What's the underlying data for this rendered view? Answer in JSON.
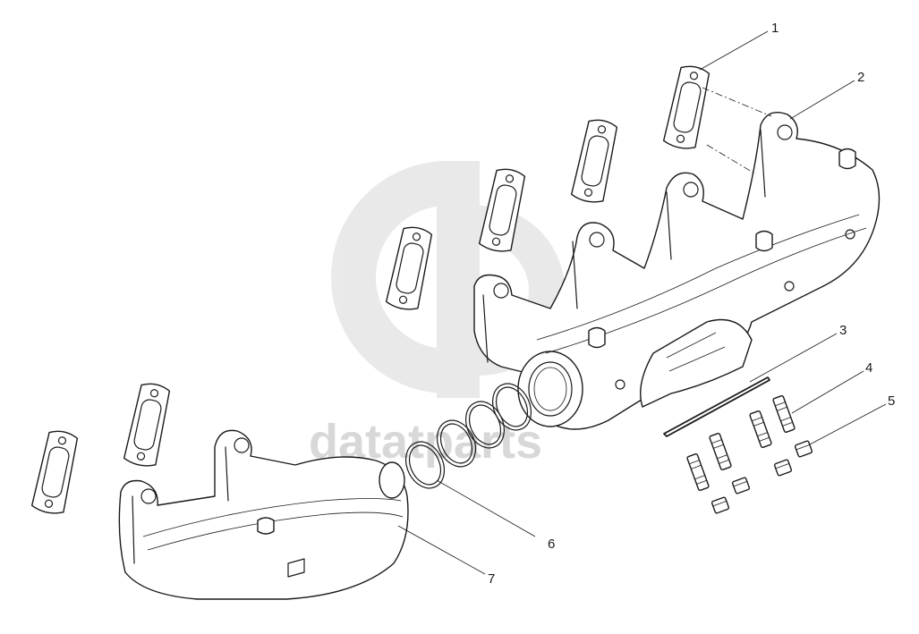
{
  "diagram": {
    "callouts": [
      {
        "id": "c1",
        "label": "1"
      },
      {
        "id": "c2",
        "label": "2"
      },
      {
        "id": "c3",
        "label": "3"
      },
      {
        "id": "c4",
        "label": "4"
      },
      {
        "id": "c5",
        "label": "5"
      },
      {
        "id": "c6",
        "label": "6"
      },
      {
        "id": "c7",
        "label": "7"
      }
    ],
    "watermark": {
      "text": "datatparts"
    }
  },
  "colors": {
    "line": "#1a1a1a",
    "watermark": "#d0d0d0",
    "background": "#ffffff"
  }
}
